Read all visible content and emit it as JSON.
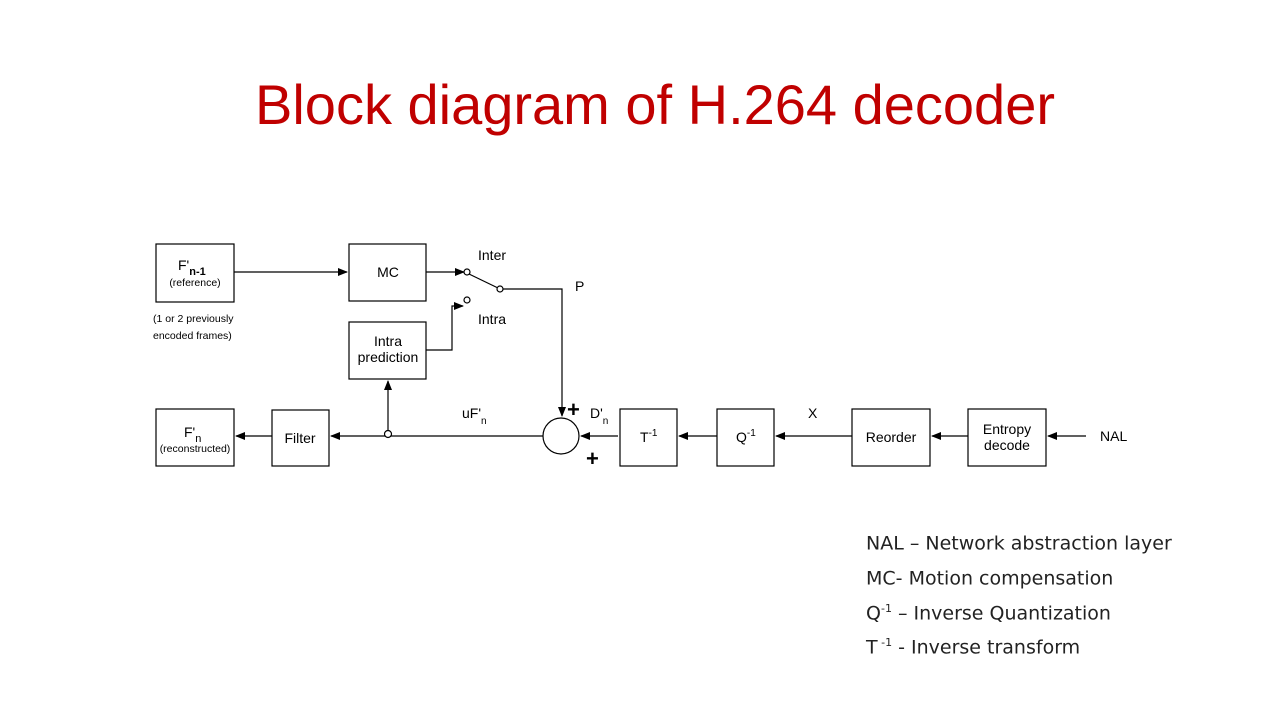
{
  "title": "Block diagram of H.264 decoder",
  "blocks": {
    "ref_frame": {
      "main": "F'",
      "sub": "n-1",
      "caption": "(reference)"
    },
    "mc": {
      "label": "MC"
    },
    "intra": {
      "line1": "Intra",
      "line2": "prediction"
    },
    "recon_frame": {
      "main": "F'",
      "sub": "n",
      "caption": "(reconstructed)"
    },
    "filter": {
      "label": "Filter"
    },
    "inv_transform": {
      "main": "T",
      "sup": "-1"
    },
    "inv_quant": {
      "main": "Q",
      "sup": "-1"
    },
    "reorder": {
      "label": "Reorder"
    },
    "entropy": {
      "line1": "Entropy",
      "line2": "decode"
    }
  },
  "ref_note": {
    "line1": "(1 or 2 previously",
    "line2": "encoded frames)"
  },
  "labels": {
    "inter": "Inter",
    "intra": "Intra",
    "p": "P",
    "uf_main": "uF'",
    "uf_sub": "n",
    "d_main": "D'",
    "d_sub": "n",
    "x": "X",
    "nal": "NAL",
    "plus_top": "+",
    "plus_bottom": "+"
  },
  "legend": [
    {
      "main": "NAL",
      "sup": "",
      "rest": " – Network abstraction layer"
    },
    {
      "main": "MC",
      "sup": "",
      "rest": "- Motion compensation"
    },
    {
      "main": "Q",
      "sup": "-1",
      "rest": " – Inverse Quantization"
    },
    {
      "main": "T",
      "sup": " -1",
      "rest": "  - Inverse transform"
    }
  ]
}
